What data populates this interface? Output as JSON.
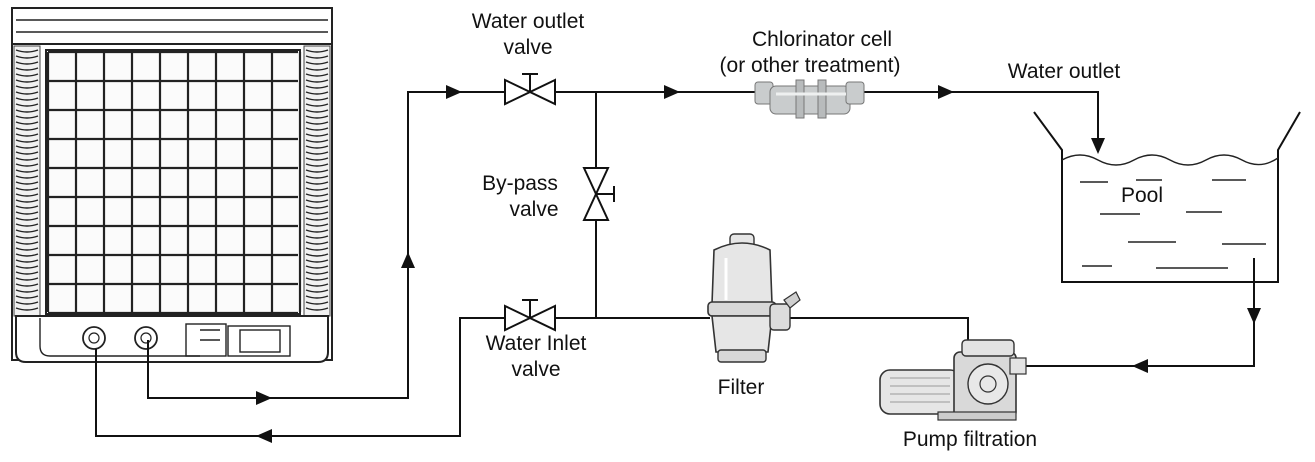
{
  "labels": {
    "water_outlet_valve": [
      "Water outlet",
      "valve"
    ],
    "chlorinator": [
      "Chlorinator cell",
      "(or other treatment)"
    ],
    "water_outlet": "Water outlet",
    "bypass_valve": [
      "By-pass",
      "valve"
    ],
    "pool": "Pool",
    "water_inlet_valve": [
      "Water Inlet",
      "valve"
    ],
    "filter": "Filter",
    "pump": "Pump filtration"
  },
  "colors": {
    "line": "#111111",
    "chlorinator": "#c9cccd",
    "equipment": "#e6e6e6"
  }
}
